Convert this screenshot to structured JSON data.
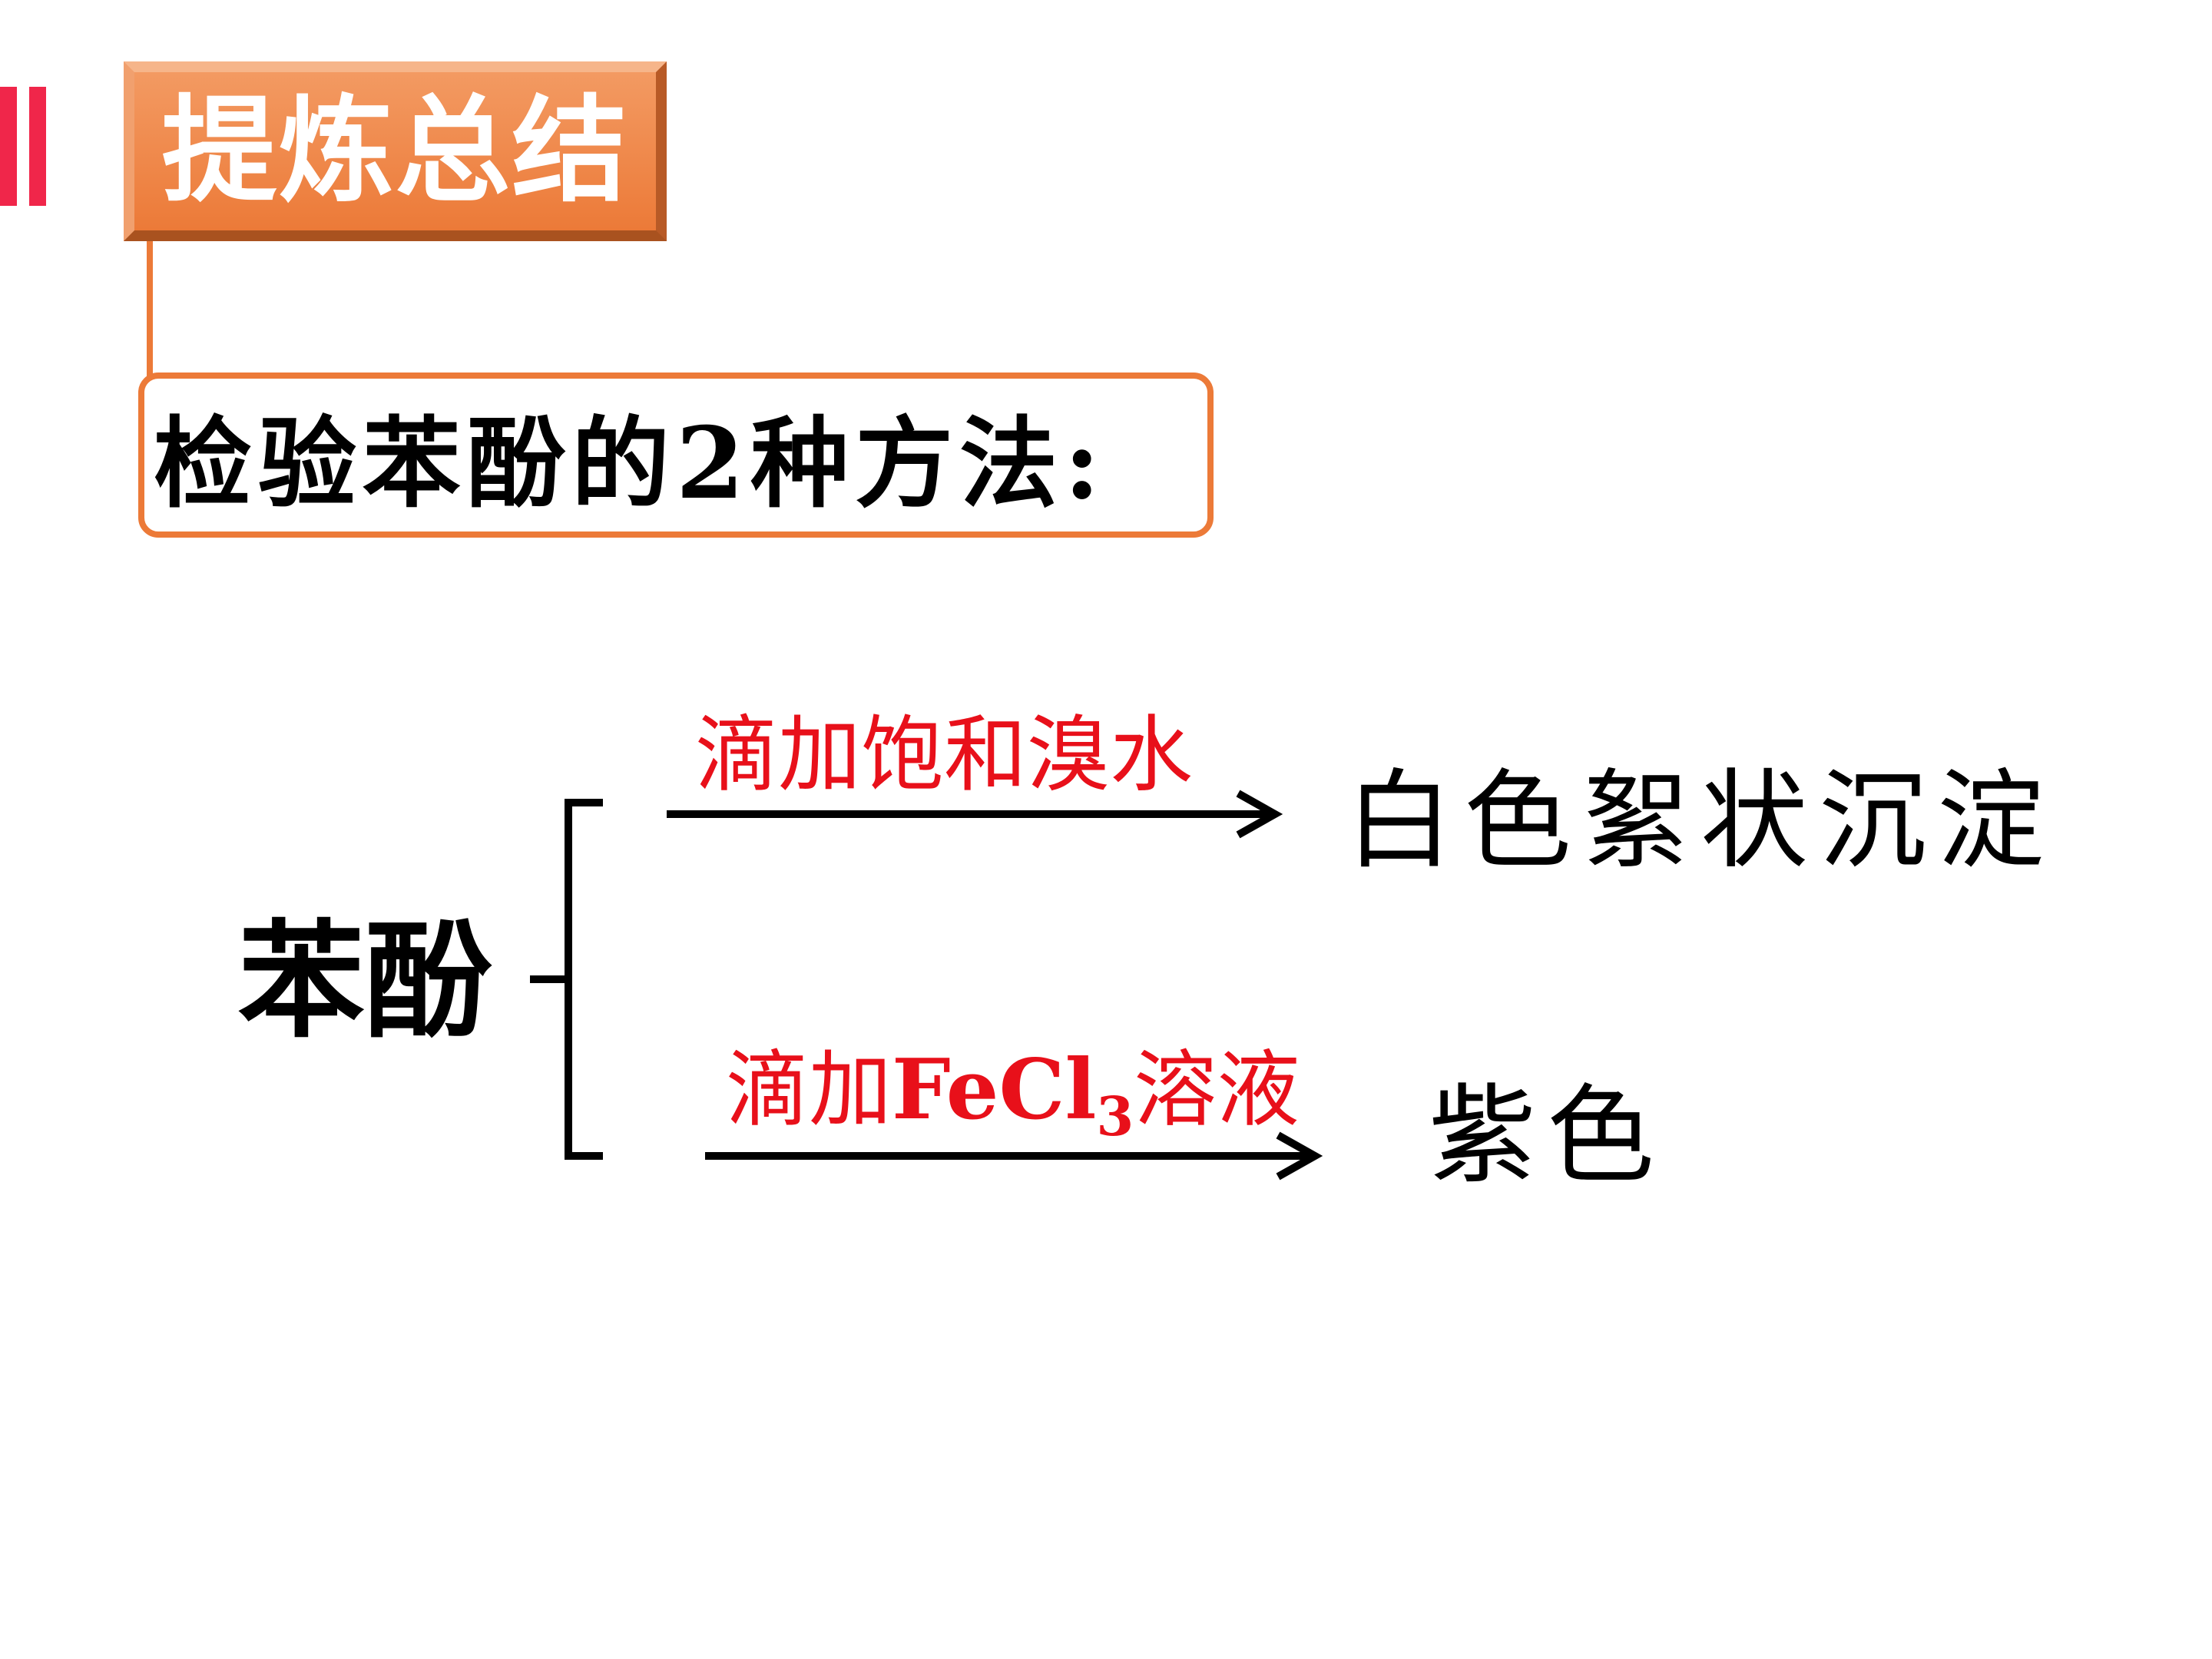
{
  "header": {
    "title": "提炼总结"
  },
  "subtitle": "检验苯酚的2种方法:",
  "subject": "苯酚",
  "methods": [
    {
      "reagent_pre": "滴加饱和溴水",
      "reagent_formula": "",
      "reagent_sub": "",
      "reagent_post": "",
      "result": "白色絮状沉淀"
    },
    {
      "reagent_pre": "滴加",
      "reagent_formula": "FeCl",
      "reagent_sub": "3",
      "reagent_post": "溶液",
      "result": "紫色"
    }
  ],
  "colors": {
    "accent_bar": "#f0264a",
    "title_orange": "#ec7a38",
    "reagent_red": "#e8101a"
  }
}
